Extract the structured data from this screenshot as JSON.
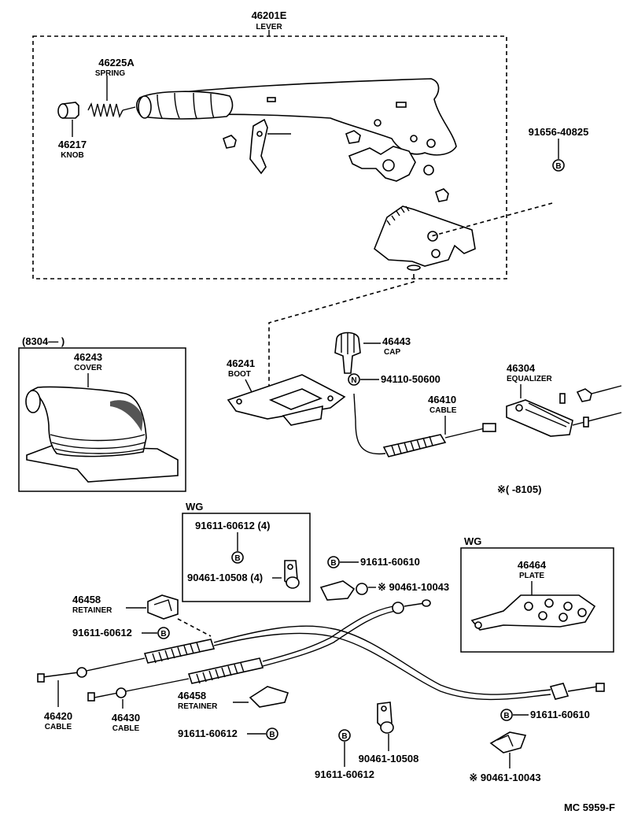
{
  "lever_group": {
    "part_no": "46201E",
    "name": "LEVER",
    "spring_no": "46225A",
    "spring_name": "SPRING",
    "knob_no": "46217",
    "knob_name": "KNOB",
    "bolt_no": "91656-40825",
    "bolt_mark": "B"
  },
  "cover_group": {
    "date_range": "(8304—     )",
    "part_no": "46243",
    "name": "COVER"
  },
  "boot": {
    "part_no": "46241",
    "name": "BOOT"
  },
  "cap": {
    "part_no": "46443",
    "name": "CAP"
  },
  "nut": {
    "mark": "N",
    "part_no": "94110-50600"
  },
  "cable_46410": {
    "part_no": "46410",
    "name": "CABLE"
  },
  "equalizer": {
    "part_no": "46304",
    "name": "EQUALIZER"
  },
  "date_note": "※(      -8105)",
  "wg_left": {
    "title": "WG",
    "bolt_no": "91611-60612 (4)",
    "bolt_mark": "B",
    "clamp_no": "90461-10508 (4)"
  },
  "mid_bolt": {
    "mark": "B",
    "part_no": "91611-60610"
  },
  "mid_clamp": {
    "part_no": "※ 90461-10043"
  },
  "wg_right": {
    "title": "WG",
    "part_no": "46464",
    "name": "PLATE"
  },
  "retainer_top": {
    "part_no": "46458",
    "name": "RETAINER"
  },
  "bolt_left": {
    "part_no": "91611-60612",
    "mark": "B"
  },
  "cable_46420": {
    "part_no": "46420",
    "name": "CABLE"
  },
  "cable_46430": {
    "part_no": "46430",
    "name": "CABLE"
  },
  "retainer_bottom": {
    "part_no": "46458",
    "name": "RETAINER"
  },
  "bolt_bottom_left": {
    "part_no": "91611-60612",
    "mark": "B"
  },
  "bolt_bottom_mid": {
    "mark": "B",
    "part_no": "91611-60612"
  },
  "clamp_bottom": {
    "part_no": "90461-10508"
  },
  "bolt_right": {
    "mark": "B",
    "part_no": "91611-60610"
  },
  "clamp_right": {
    "part_no": "※ 90461-10043"
  },
  "footer": {
    "code": "MC  5959-F"
  }
}
